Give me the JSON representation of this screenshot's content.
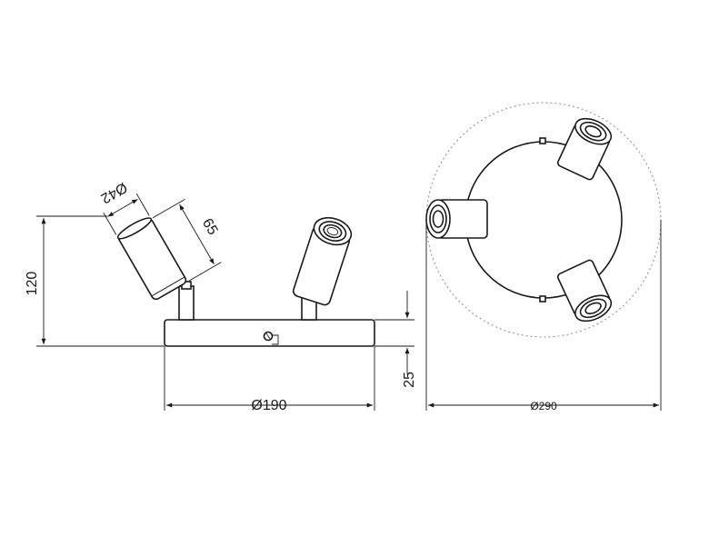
{
  "dimensions": {
    "height_total": "120",
    "base_height": "25",
    "base_diameter": "Ø190",
    "head_diameter": "Ø42",
    "head_length": "65",
    "outer_diameter": "Ø290"
  },
  "colors": {
    "line": "#1a1a1a",
    "dashed_circle": "#8a8a8a",
    "background": "#ffffff"
  }
}
